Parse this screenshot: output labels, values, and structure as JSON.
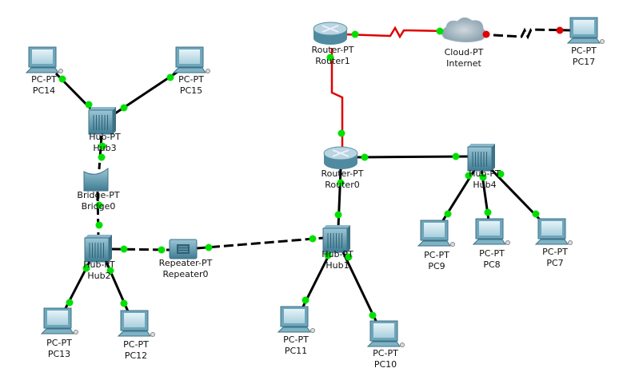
{
  "colors": {
    "link_up": "#00e000",
    "link_down": "#e00000",
    "serial": "#e00000",
    "cable": "#000000",
    "device": "#5f97ad"
  },
  "devices": [
    {
      "id": "pc14",
      "type": "PC-PT",
      "name": "PC14",
      "icon": "pc-icon"
    },
    {
      "id": "pc15",
      "type": "PC-PT",
      "name": "PC15",
      "icon": "pc-icon"
    },
    {
      "id": "hub3",
      "type": "Hub-PT",
      "name": "Hub3",
      "icon": "hub-icon"
    },
    {
      "id": "bridge0",
      "type": "Bridge-PT",
      "name": "Bridge0",
      "icon": "bridge-icon"
    },
    {
      "id": "hub2",
      "type": "Hub-PT",
      "name": "Hub2",
      "icon": "hub-icon"
    },
    {
      "id": "repeater0",
      "type": "Repeater-PT",
      "name": "Repeater0",
      "icon": "repeater-icon"
    },
    {
      "id": "hub1",
      "type": "Hub-PT",
      "name": "Hub1",
      "icon": "hub-icon"
    },
    {
      "id": "router0",
      "type": "Router-PT",
      "name": "Router0",
      "icon": "router-icon"
    },
    {
      "id": "router1",
      "type": "Router-PT",
      "name": "Router1",
      "icon": "router-icon"
    },
    {
      "id": "cloud",
      "type": "Cloud-PT",
      "name": "Internet",
      "icon": "cloud-icon"
    },
    {
      "id": "pc17",
      "type": "PC-PT",
      "name": "PC17",
      "icon": "pc-icon"
    },
    {
      "id": "hub4",
      "type": "Hub-PT",
      "name": "Hub4",
      "icon": "hub-icon"
    },
    {
      "id": "pc9",
      "type": "PC-PT",
      "name": "PC9",
      "icon": "pc-icon"
    },
    {
      "id": "pc8",
      "type": "PC-PT",
      "name": "PC8",
      "icon": "pc-icon"
    },
    {
      "id": "pc7",
      "type": "PC-PT",
      "name": "PC7",
      "icon": "pc-icon"
    },
    {
      "id": "pc13",
      "type": "PC-PT",
      "name": "PC13",
      "icon": "pc-icon"
    },
    {
      "id": "pc12",
      "type": "PC-PT",
      "name": "PC12",
      "icon": "pc-icon"
    },
    {
      "id": "pc11",
      "type": "PC-PT",
      "name": "PC11",
      "icon": "pc-icon"
    },
    {
      "id": "pc10",
      "type": "PC-PT",
      "name": "PC10",
      "icon": "pc-icon"
    }
  ],
  "links": [
    {
      "from": "pc14",
      "to": "hub3",
      "cable": "straight",
      "status": "up"
    },
    {
      "from": "pc15",
      "to": "hub3",
      "cable": "straight",
      "status": "up"
    },
    {
      "from": "hub3",
      "to": "bridge0",
      "cable": "crossover",
      "status": "up"
    },
    {
      "from": "bridge0",
      "to": "hub2",
      "cable": "crossover",
      "status": "up"
    },
    {
      "from": "hub2",
      "to": "repeater0",
      "cable": "crossover",
      "status": "up"
    },
    {
      "from": "repeater0",
      "to": "hub1",
      "cable": "crossover",
      "status": "up"
    },
    {
      "from": "hub1",
      "to": "router0",
      "cable": "straight",
      "status": "up"
    },
    {
      "from": "router0",
      "to": "router1",
      "cable": "serial",
      "status": "up"
    },
    {
      "from": "router1",
      "to": "cloud",
      "cable": "serial",
      "status": "up"
    },
    {
      "from": "cloud",
      "to": "pc17",
      "cable": "crossover",
      "status": "down"
    },
    {
      "from": "router0",
      "to": "hub4",
      "cable": "straight",
      "status": "up"
    },
    {
      "from": "hub4",
      "to": "pc9",
      "cable": "straight",
      "status": "up"
    },
    {
      "from": "hub4",
      "to": "pc8",
      "cable": "straight",
      "status": "up"
    },
    {
      "from": "hub4",
      "to": "pc7",
      "cable": "straight",
      "status": "up"
    },
    {
      "from": "hub2",
      "to": "pc13",
      "cable": "straight",
      "status": "up"
    },
    {
      "from": "hub2",
      "to": "pc12",
      "cable": "straight",
      "status": "up"
    },
    {
      "from": "hub1",
      "to": "pc11",
      "cable": "straight",
      "status": "up"
    },
    {
      "from": "hub1",
      "to": "pc10",
      "cable": "straight",
      "status": "up"
    }
  ]
}
